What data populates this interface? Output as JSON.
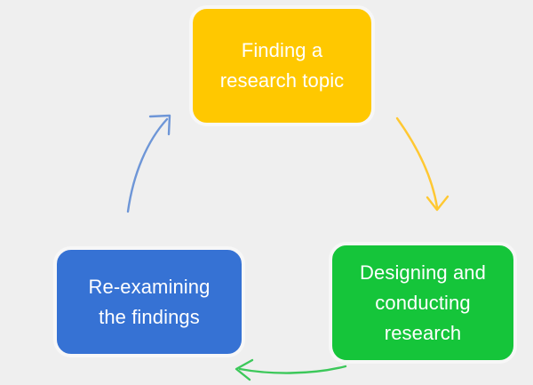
{
  "diagram": {
    "type": "cycle",
    "background_color": "#efefef",
    "nodes": [
      {
        "id": "topic",
        "label": "Finding a\nresearch topic",
        "color": "#ffc800",
        "text_color": "#ffffff",
        "position": "top-center"
      },
      {
        "id": "research",
        "label": "Designing and\nconducting\nresearch",
        "color": "#15c53a",
        "text_color": "#ffffff",
        "position": "bottom-right"
      },
      {
        "id": "findings",
        "label": "Re-examining\nthe findings",
        "color": "#3672d4",
        "text_color": "#ffffff",
        "position": "bottom-left"
      }
    ],
    "arrows": [
      {
        "id": "topic-to-research",
        "from": "topic",
        "to": "research",
        "color": "#ffc832"
      },
      {
        "id": "research-to-findings",
        "from": "research",
        "to": "findings",
        "color": "#3cc85a"
      },
      {
        "id": "findings-to-topic",
        "from": "findings",
        "to": "topic",
        "color": "#6e96d7"
      }
    ]
  }
}
